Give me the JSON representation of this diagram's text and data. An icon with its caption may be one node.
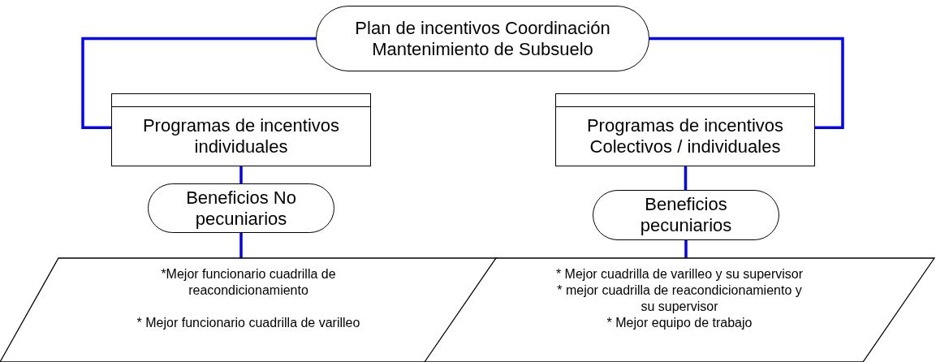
{
  "diagram": {
    "nodes": [
      {
        "text": [
          "Plan de incentivos Coordinación Mantenimiento de Subsuelo"
        ]
      },
      {
        "text": [
          "Programas de incentivos individuales"
        ]
      },
      {
        "text": [
          "Programas de incentivos Colectivos / individuales"
        ]
      },
      {
        "text": [
          "Beneficios No pecuniarios"
        ]
      },
      {
        "text": [
          "Beneficios pecuniarios"
        ]
      },
      {
        "text": [
          "*Mejor funcionario cuadrilla de reacondicionamiento",
          "* Mejor funcionario cuadrilla de varilleo"
        ]
      },
      {
        "text": [
          "* Mejor cuadrilla de varilleo y su supervisor",
          "* mejor cuadrilla de reacondicionamiento y su supervisor",
          "* Mejor equipo de trabajo"
        ]
      }
    ],
    "edges": [
      {
        "from": 0,
        "to": 1,
        "arrow": "none"
      },
      {
        "from": 0,
        "to": 2,
        "arrow": "none"
      },
      {
        "from": 1,
        "to": 3,
        "arrow": "none"
      },
      {
        "from": 3,
        "to": 5,
        "arrow": "none"
      },
      {
        "from": 2,
        "to": 4,
        "arrow": "none"
      },
      {
        "from": 4,
        "to": 6,
        "arrow": "none"
      }
    ]
  }
}
